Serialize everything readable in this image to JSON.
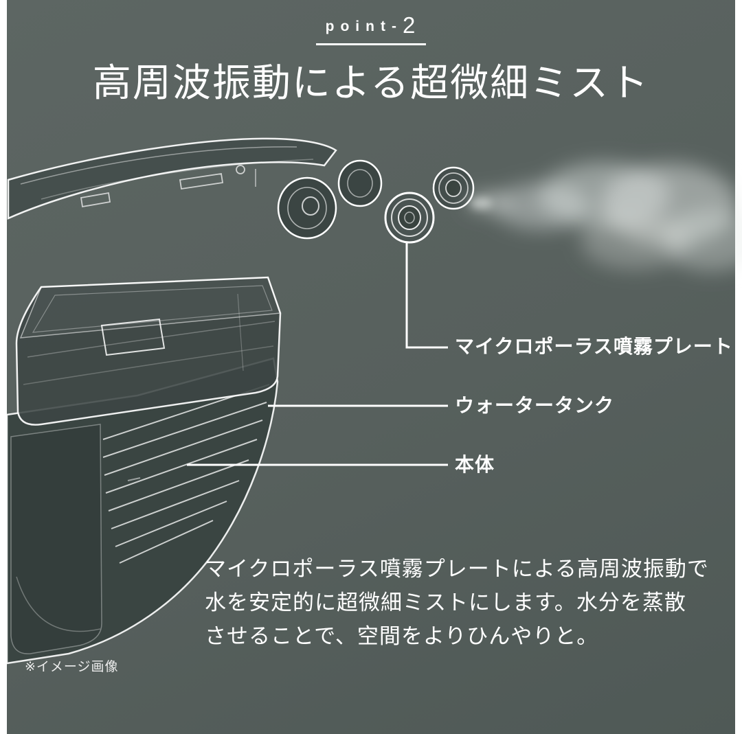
{
  "theme": {
    "background": "#57605d",
    "frame": "#ffffff",
    "text": "#ffffff",
    "sketch_fill": "#3b4543",
    "line_color": "#ffffff"
  },
  "header": {
    "point_word": "point-",
    "point_number": "2",
    "title": "高周波振動による超微細ミスト"
  },
  "callouts": {
    "plate": "マイクロポーラス噴霧プレート",
    "tank": "ウォータータンク",
    "body": "本体"
  },
  "description": {
    "line1": "マイクロポーラス噴霧プレートによる高周波振動で",
    "line2": "水を安定的に超微細ミストにします。水分を蒸散",
    "line3": "させることで、空間をよりひんやりと。"
  },
  "footnote": "※イメージ画像"
}
